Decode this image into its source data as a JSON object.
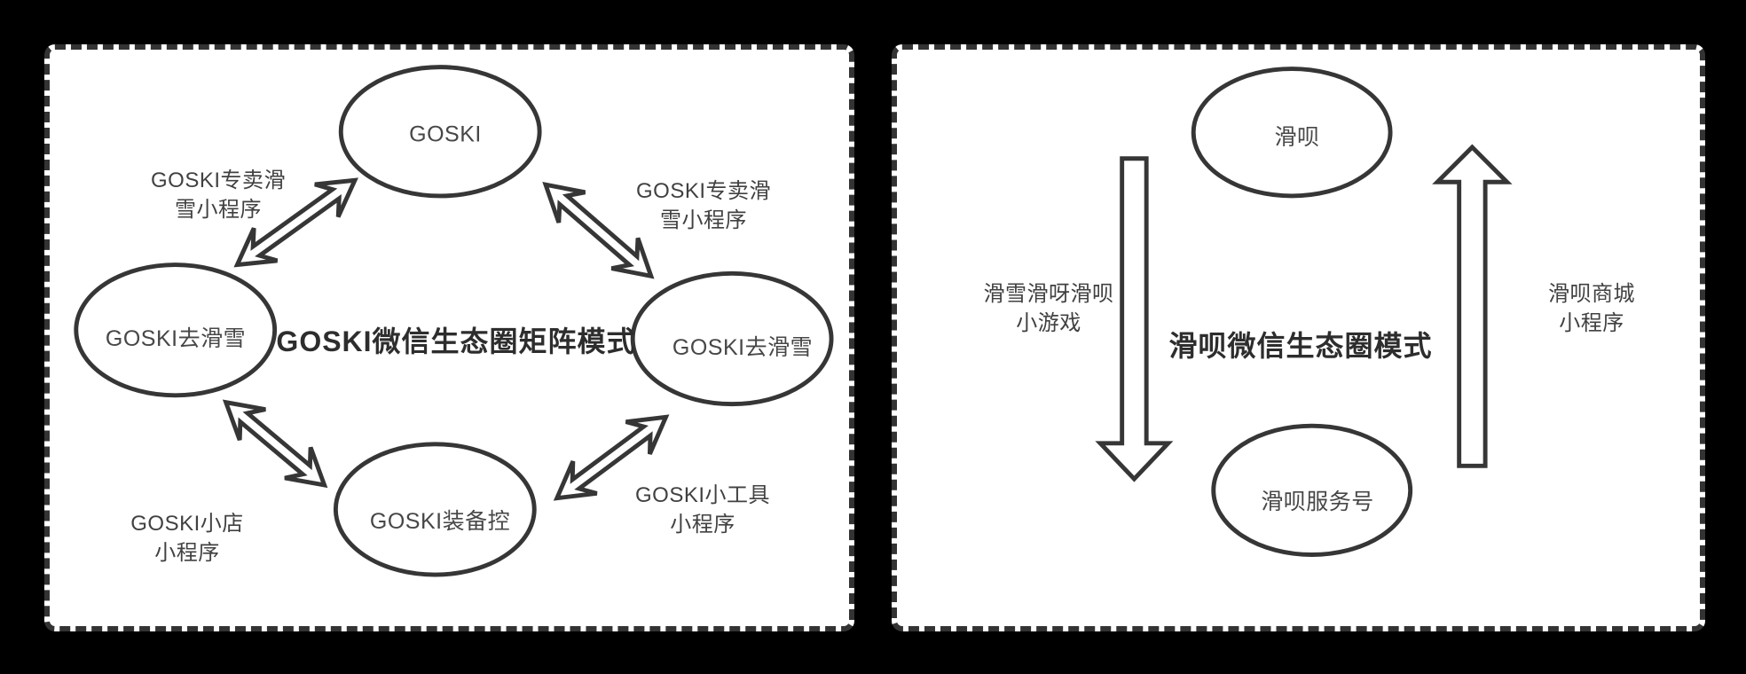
{
  "colors": {
    "background": "#000000",
    "panel_fill": "#ffffff",
    "stroke": "#363636",
    "label_text": "#414141",
    "title_text": "#2d2d2d"
  },
  "left_panel": {
    "title": "GOSKI微信生态圈矩阵模式",
    "nodes": [
      {
        "label": "GOSKI"
      },
      {
        "label": "GOSKI去滑雪"
      },
      {
        "label": "GOSKI去滑雪"
      },
      {
        "label": "GOSKI装备控"
      }
    ],
    "edge_labels": [
      {
        "line1": "GOSKI专卖滑",
        "line2": "雪小程序"
      },
      {
        "line1": "GOSKI专卖滑",
        "line2": "雪小程序"
      },
      {
        "line1": "GOSKI小店",
        "line2": "小程序"
      },
      {
        "line1": "GOSKI小工具",
        "line2": "小程序"
      }
    ]
  },
  "right_panel": {
    "title": "滑呗微信生态圈模式",
    "nodes": [
      {
        "label": "滑呗"
      },
      {
        "label": "滑呗服务号"
      }
    ],
    "edge_labels": [
      {
        "line1": "滑雪滑呀滑呗",
        "line2": "小游戏"
      },
      {
        "line1": "滑呗商城",
        "line2": "小程序"
      }
    ]
  }
}
